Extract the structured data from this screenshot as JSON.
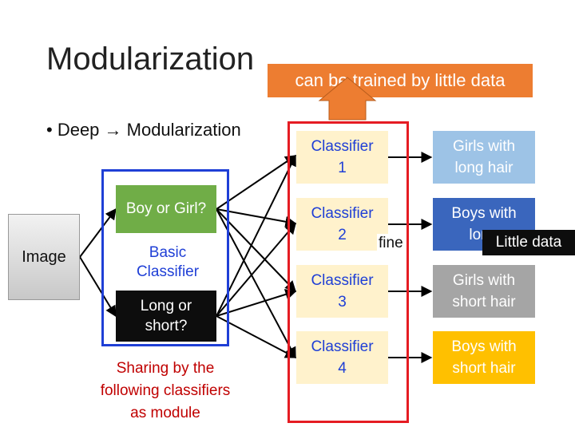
{
  "title": "Modularization",
  "banner": "can be trained by little data",
  "bullet": "• Deep → Modularization",
  "image_label": "Image",
  "module": {
    "q1": "Boy or Girl?",
    "basic": [
      "Basic",
      "Classifier"
    ],
    "q2": [
      "Long or",
      "short?"
    ],
    "sharing": [
      "Sharing by the",
      "following classifiers",
      "as module"
    ]
  },
  "classifiers": [
    {
      "label": [
        "Classifier",
        "1"
      ]
    },
    {
      "label": [
        "Classifier",
        "2"
      ]
    },
    {
      "label": [
        "Classifier",
        "3"
      ]
    },
    {
      "label": [
        "Classifier",
        "4"
      ]
    }
  ],
  "outputs": [
    {
      "label": [
        "Girls with",
        "long hair"
      ]
    },
    {
      "label": [
        "Boys with",
        "long"
      ]
    },
    {
      "label": [
        "Girls with",
        "short hair"
      ]
    },
    {
      "label": [
        "Boys with",
        "short hair"
      ]
    }
  ],
  "fine": "fine",
  "little_data": "Little data",
  "colors": {
    "banner": "#ed7d31",
    "classifier_box": "#fff2cc",
    "outputs": [
      "#9dc3e6",
      "#3a66bd",
      "#a5a5a5",
      "#ffc000"
    ],
    "module_frame": "#1f3fd6",
    "classifier_frame": "#e51c23",
    "question1": "#70ad47",
    "question2": "#0d0d0d",
    "sharing_text": "#c00000"
  }
}
